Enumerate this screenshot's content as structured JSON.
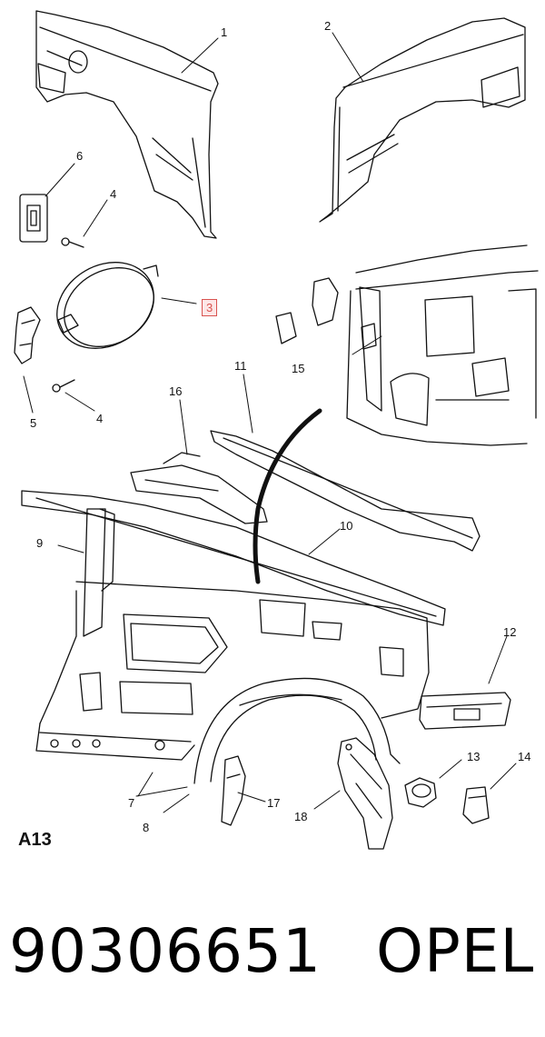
{
  "page_code": "A13",
  "part_number": "90306651",
  "brand": "OPEL",
  "highlight_color": "#d9534f",
  "callouts": [
    {
      "id": "1",
      "label": "1",
      "highlighted": false
    },
    {
      "id": "2",
      "label": "2",
      "highlighted": false
    },
    {
      "id": "3",
      "label": "3",
      "highlighted": true
    },
    {
      "id": "4a",
      "label": "4",
      "highlighted": false
    },
    {
      "id": "4b",
      "label": "4",
      "highlighted": false
    },
    {
      "id": "5",
      "label": "5",
      "highlighted": false
    },
    {
      "id": "6",
      "label": "6",
      "highlighted": false
    },
    {
      "id": "7",
      "label": "7",
      "highlighted": false
    },
    {
      "id": "8",
      "label": "8",
      "highlighted": false
    },
    {
      "id": "9",
      "label": "9",
      "highlighted": false
    },
    {
      "id": "10",
      "label": "10",
      "highlighted": false
    },
    {
      "id": "11",
      "label": "11",
      "highlighted": false
    },
    {
      "id": "12",
      "label": "12",
      "highlighted": false
    },
    {
      "id": "13",
      "label": "13",
      "highlighted": false
    },
    {
      "id": "14",
      "label": "14",
      "highlighted": false
    },
    {
      "id": "15",
      "label": "15",
      "highlighted": false
    },
    {
      "id": "16",
      "label": "16",
      "highlighted": false
    },
    {
      "id": "17",
      "label": "17",
      "highlighted": false
    },
    {
      "id": "18",
      "label": "18",
      "highlighted": false
    }
  ]
}
